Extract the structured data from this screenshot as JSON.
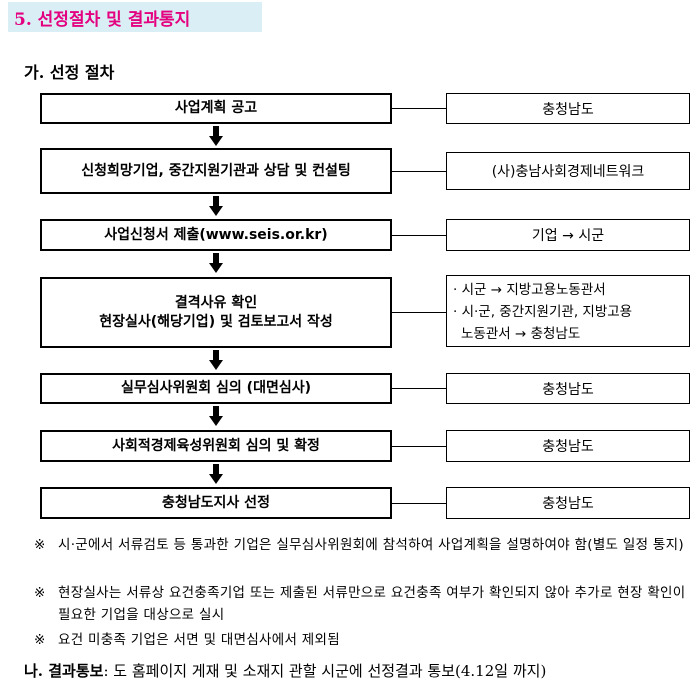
{
  "section_title": "5. 선정절차 및 결과통지",
  "subsection_title": "가. 선정 절차",
  "steps": [
    {
      "step": "사업계획 공고",
      "party": "충청남도"
    },
    {
      "step": "신청희망기업, 중간지원기관과 상담 및 컨설팅",
      "party": "(사)충남사회경제네트워크"
    },
    {
      "step": "사업신청서 제출(www.seis.or.kr)",
      "party": "기업 → 시군"
    },
    {
      "step_lines": [
        "결격사유 확인",
        "현장실사(해당기업) 및 검토보고서 작성"
      ],
      "party_lines": [
        "· 시군 → 지방고용노동관서",
        "· 시·군, 중간지원기관, 지방고용",
        "노동관서 → 충청남도"
      ]
    },
    {
      "step": "실무심사위원회 심의 (대면심사)",
      "party": "충청남도"
    },
    {
      "step": "사회적경제육성위원회 심의 및 확정",
      "party": "충청남도"
    },
    {
      "step": "충청남도지사 선정",
      "party": "충청남도"
    }
  ],
  "notes": [
    {
      "mark": "※",
      "text": "시·군에서 서류검토 등 통과한 기업은 실무심사위원회에 참석하여 사업계획을 설명하여야 함(별도 일정 통지)"
    },
    {
      "mark": "※",
      "text": "현장실사는 서류상 요건충족기업 또는 제출된 서류만으로 요건충족 여부가 확인되지 않아 추가로 현장 확인이 필요한 기업을 대상으로 실시"
    },
    {
      "mark": "※",
      "text": "요건 미충족 기업은 서면 및 대면심사에서 제외됨"
    }
  ],
  "result_notice": {
    "label": "나. 결과통보",
    "text": ": 도 홈페이지 게재 및 소재지 관할 시군에 선정결과 통보(4.12일 까지)"
  }
}
